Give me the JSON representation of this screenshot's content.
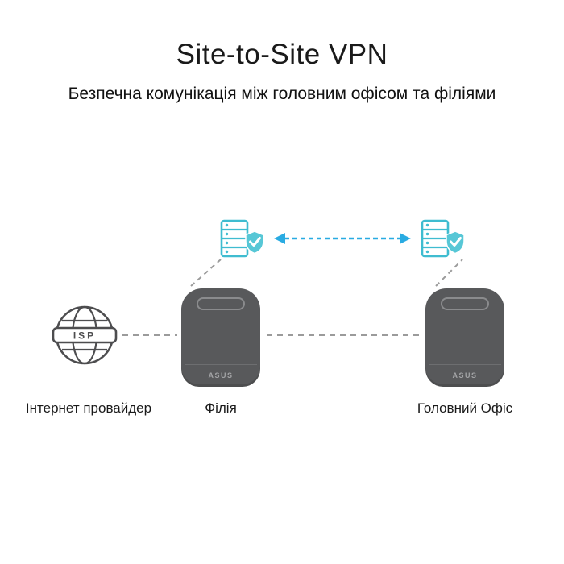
{
  "header": {
    "title": "Site-to-Site VPN",
    "subtitle": "Безпечна комунікація між головним офісом та філіями"
  },
  "diagram": {
    "nodes": {
      "isp": {
        "label": "Інтернет провайдер",
        "icon_text": "ISP"
      },
      "branch": {
        "label": "Філія",
        "device_brand": "ASUS"
      },
      "hq": {
        "label": "Головний Офіс",
        "device_brand": "ASUS"
      }
    },
    "colors": {
      "vpn_tunnel_cyan": "#29abe2",
      "security_icon_teal": "#4fc3d4",
      "device_grey": "#58595b",
      "dashed_line_grey": "#9b9b9b",
      "text_dark": "#1a1a1a"
    }
  }
}
